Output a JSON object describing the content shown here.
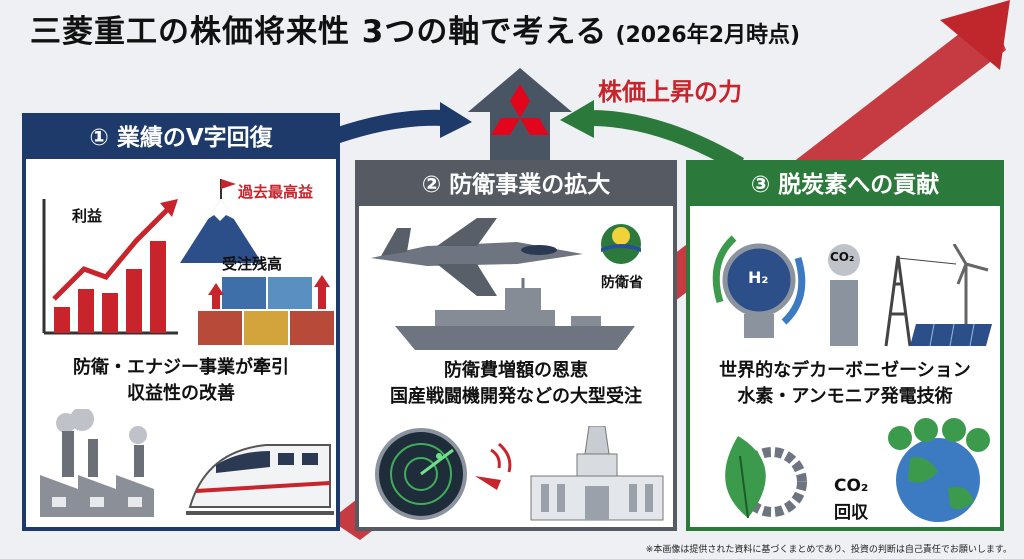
{
  "title": "三菱重工の株価将来性 3つの軸で考える",
  "title_date": "(2026年2月時点)",
  "power_label": "株価上昇の力",
  "panel1": {
    "heading": "① 業績のV字回復",
    "label_profit": "利益",
    "label_record": "過去最高益",
    "label_backlog": "受注残高",
    "text_line1": "防衛・エナジー事業が牽引",
    "text_line2": "収益性の改善"
  },
  "panel2": {
    "heading": "② 防衛事業の拡大",
    "label_mod": "防衛省",
    "text_line1": "防衛費増額の恩恵",
    "text_line2": "国産戦闘機開発などの大型受注"
  },
  "panel3": {
    "heading": "③ 脱炭素への貢献",
    "label_h2": "H₂",
    "label_co2_top": "CO₂",
    "text_line1": "世界的なデカーボニゼーション",
    "text_line2": "水素・アンモニア発電技術",
    "label_co2": "CO₂",
    "label_capture": "回収"
  },
  "footnote": "※本画像は提供された資料に基づくまとめであり、投資の判断は自己責任でお願いします。",
  "colors": {
    "navy": "#1d3a6b",
    "gray": "#555a63",
    "green": "#2b7a3b",
    "red": "#c8242b"
  }
}
